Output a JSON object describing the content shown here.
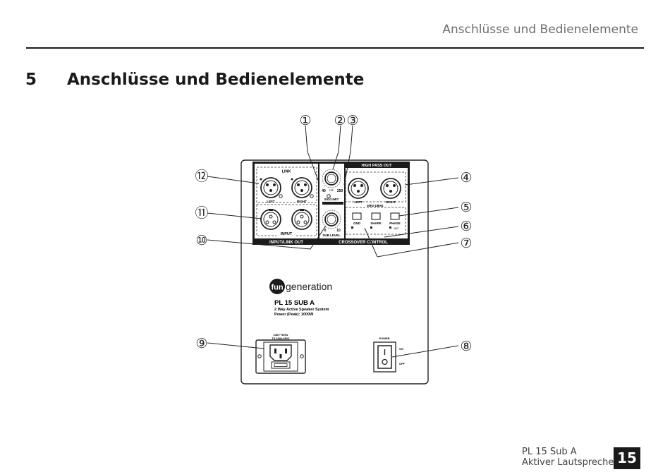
{
  "header": {
    "running_title": "Anschlüsse und Bedienelemente"
  },
  "section": {
    "number": "5",
    "title": "Anschlüsse und Bedienelemente"
  },
  "callouts": [
    "①",
    "②",
    "③",
    "④",
    "⑤",
    "⑥",
    "⑦",
    "⑧",
    "⑨",
    "⑩",
    "⑪",
    "⑫"
  ],
  "panel": {
    "link_label": "LINK",
    "input_label": "INPUT",
    "input_link_out": "INPUT/LINK OUT",
    "left": "LEFT",
    "right": "RIGHT",
    "high_pass_out": "HIGH PASS OUT",
    "crossover_control": "CROSSOVER CONTROL",
    "freq_40": "40",
    "freq_hz": "Hz",
    "freq_250": "250",
    "sig_limit": "SIG/LIMIT",
    "sub_level": "SUB LEVEL",
    "level_0": "0",
    "level_10": "10",
    "range": "80Hz-18kHz",
    "gnd": "GND",
    "shape": "SHAPE",
    "phase": "PHASE",
    "phase_val": "180°",
    "brand_fun": "fun",
    "brand_generation": "generation",
    "model": "PL 15 SUB A",
    "desc1": "2 Way Active Speaker System",
    "desc2": "Power (Peak): 1000W",
    "mains": "230V~50Hz",
    "fuse": "T3.15AL250V",
    "power": "POWER",
    "on": "ON",
    "off": "OFF"
  },
  "footer": {
    "product": "PL 15 Sub A",
    "subtitle": "Aktiver Lautsprecher",
    "page": "15"
  }
}
